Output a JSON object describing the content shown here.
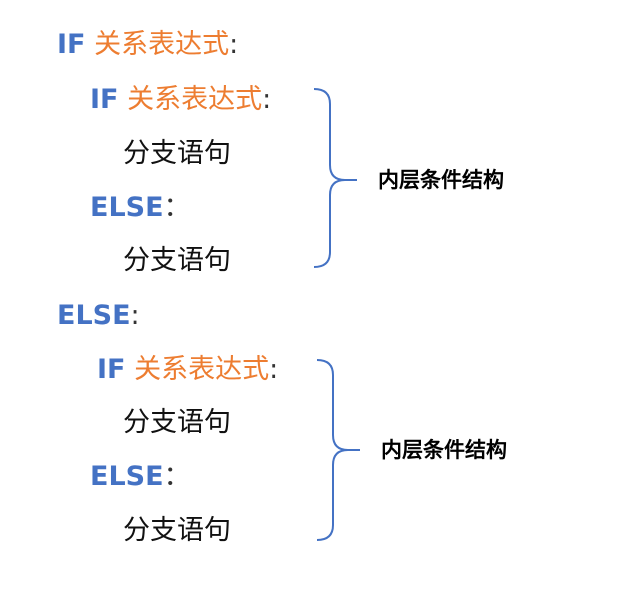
{
  "colors": {
    "keyword": "#4472C4",
    "condition": "#ED7D31",
    "brace": "#4472C4",
    "text": "#111111"
  },
  "outer": {
    "if_keyword": "IF",
    "if_condition": "关系表达式",
    "else_keyword": "ELSE",
    "colon": ":"
  },
  "block1": {
    "if_keyword": "IF",
    "if_condition": "关系表达式",
    "colon": ":",
    "branch1": "分支语句",
    "else_keyword": "ELSE",
    "else_colon": "：",
    "branch2": "分支语句",
    "label": "内层条件结构"
  },
  "block2": {
    "if_keyword": "IF",
    "if_condition": "关系表达式",
    "colon": ":",
    "branch1": "分支语句",
    "else_keyword": "ELSE",
    "else_colon": "：",
    "branch2": "分支语句",
    "label": "内层条件结构"
  }
}
